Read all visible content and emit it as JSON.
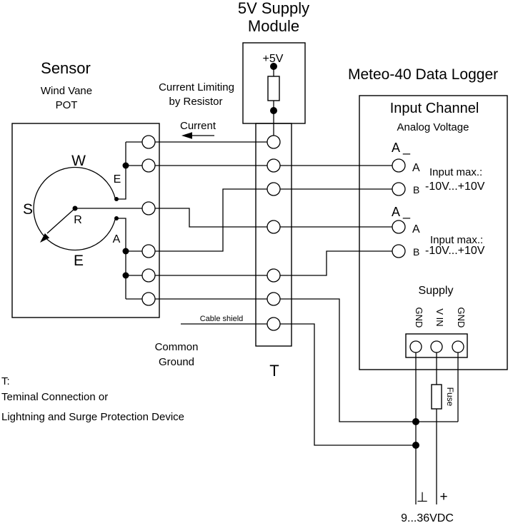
{
  "colors": {
    "line": "#000000",
    "background": "#ffffff"
  },
  "supply_module": {
    "title_line1": "5V Supply",
    "title_line2": "Module",
    "voltage_label": "+5V",
    "note_line1": "Current Limiting",
    "note_line2": "by Resistor",
    "current_label": "Current"
  },
  "sensor": {
    "title": "Sensor",
    "subtitle_line1": "Wind Vane",
    "subtitle_line2": "POT",
    "compass_w": "W",
    "compass_s": "S",
    "compass_e": "E",
    "wiper_label": "R",
    "excitation_label": "E",
    "signal_label": "A"
  },
  "terminal_strip": {
    "label": "T",
    "cable_shield_label": "Cable shield",
    "common_ground_line1": "Common",
    "common_ground_line2": "Ground"
  },
  "logger": {
    "title": "Meteo-40 Data Logger",
    "input_channel_title": "Input Channel",
    "input_channel_subtitle": "Analog Voltage",
    "channels": [
      {
        "header": "A _",
        "terminal_a": "A",
        "terminal_b": "B",
        "max_line1": "Input max.:",
        "max_line2": "-10V...+10V"
      },
      {
        "header": "A _",
        "terminal_a": "A",
        "terminal_b": "B",
        "max_line1": "Input max.:",
        "max_line2": "-10V...+10V"
      }
    ],
    "supply_title": "Supply",
    "supply_terminals": [
      "GND",
      "V IN",
      "GND"
    ]
  },
  "power": {
    "fuse_label": "Fuse",
    "ground_symbol": "⊥",
    "positive_symbol": "+",
    "voltage_range": "9...36VDC"
  },
  "footnote": {
    "line1": "T:",
    "line2": "Teminal Connection or",
    "line3": "Lightning and Surge Protection Device"
  }
}
